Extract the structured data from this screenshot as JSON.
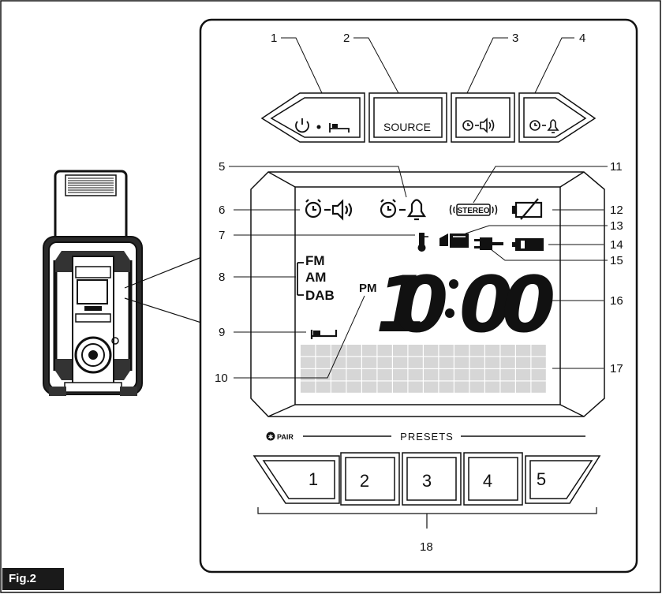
{
  "figure_label": "Fig.2",
  "top_buttons": {
    "source_label": "SOURCE"
  },
  "display": {
    "stereo": "STEREO",
    "band_fm": "FM",
    "band_am": "AM",
    "band_dab": "DAB",
    "pm": "PM",
    "time_h1": "1",
    "time_h2": "0",
    "time_m1": "0",
    "time_m2": "0"
  },
  "presets": {
    "pair_label": "PAIR",
    "header": "PRESETS",
    "keys": [
      "1",
      "2",
      "3",
      "4",
      "5"
    ]
  },
  "callouts": {
    "c1": "1",
    "c2": "2",
    "c3": "3",
    "c4": "4",
    "c5": "5",
    "c6": "6",
    "c7": "7",
    "c8": "8",
    "c9": "9",
    "c10": "10",
    "c11": "11",
    "c12": "12",
    "c13": "13",
    "c14": "14",
    "c15": "15",
    "c16": "16",
    "c17": "17",
    "c18": "18"
  }
}
